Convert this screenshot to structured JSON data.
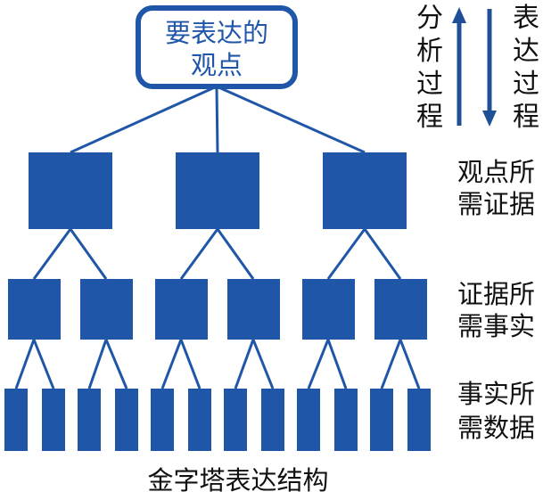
{
  "colors": {
    "box": "#1f56a8",
    "line": "#1f56a8",
    "root_border": "#1f56a8",
    "arrow": "#1f4f96",
    "text": "#111111"
  },
  "diagram": {
    "root": {
      "line1": "要表达的",
      "line2": "观点"
    },
    "analysis_label": [
      "分",
      "析",
      "过",
      "程"
    ],
    "expression_label": [
      "表",
      "达",
      "过",
      "程"
    ],
    "level_labels": [
      {
        "line1": "观点所",
        "line2": "需证据"
      },
      {
        "line1": "证据所",
        "line2": "需事实"
      },
      {
        "line1": "事实所",
        "line2": "需数据"
      }
    ],
    "caption": "金字塔表达结构"
  }
}
